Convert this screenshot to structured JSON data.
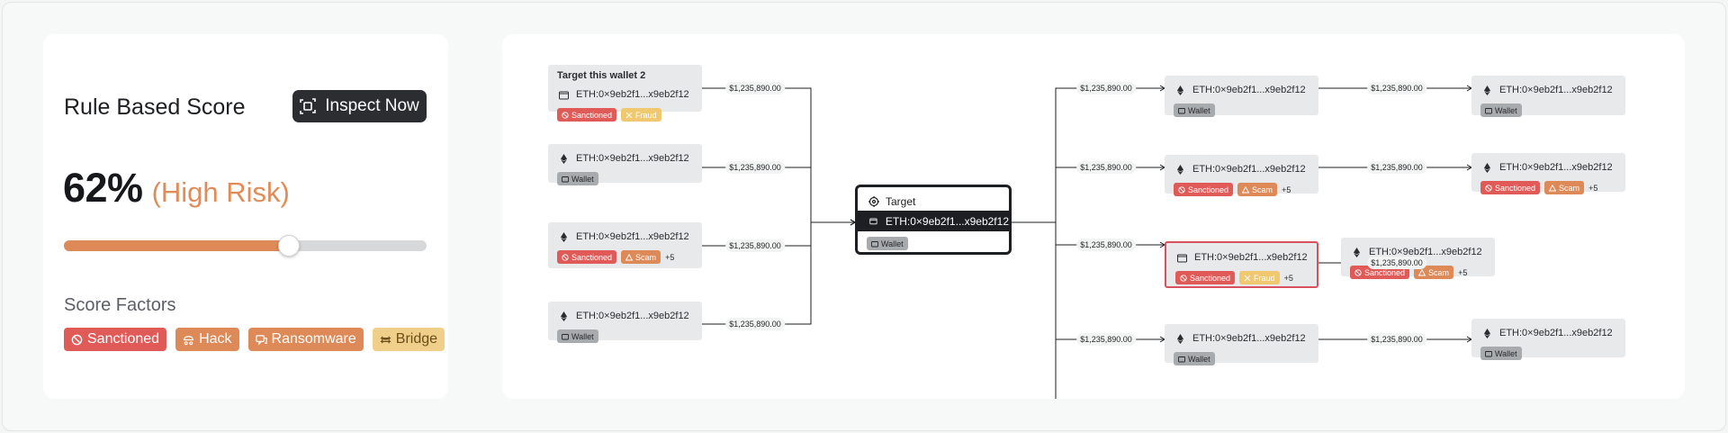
{
  "score": {
    "title": "Rule Based Score",
    "inspect_label": "Inspect Now",
    "percent": "62%",
    "percent_value": 62,
    "risk_label": "(High Risk)",
    "factors_title": "Score Factors",
    "factors": [
      {
        "label": "Sanctioned",
        "icon": "ban-icon",
        "color": "#e05a58"
      },
      {
        "label": "Hack",
        "icon": "mask-icon",
        "color": "#de8a58"
      },
      {
        "label": "Ransomware",
        "icon": "chat-icon",
        "color": "#de8a58"
      },
      {
        "label": "Bridge",
        "icon": "bridge-icon",
        "color": "#f0cf8a"
      }
    ]
  },
  "graph": {
    "target": {
      "title": "Target",
      "address": "ETH:0×9eb2f1...x9eb2f12",
      "tag": "Wallet"
    },
    "amount": "$1,235,890.00",
    "sources": [
      {
        "title": "Target this wallet 2",
        "icon": "wallet-icon",
        "address": "ETH:0×9eb2f1...x9eb2f12",
        "tags": [
          "Sanctioned",
          "Fraud"
        ],
        "more": ""
      },
      {
        "title": "",
        "icon": "eth-icon",
        "address": "ETH:0×9eb2f1...x9eb2f12",
        "tags": [
          "Wallet"
        ],
        "more": ""
      },
      {
        "title": "",
        "icon": "eth-icon",
        "address": "ETH:0×9eb2f1...x9eb2f12",
        "tags": [
          "Sanctioned",
          "Scam"
        ],
        "more": "+5"
      },
      {
        "title": "",
        "icon": "eth-icon",
        "address": "ETH:0×9eb2f1...x9eb2f12",
        "tags": [
          "Wallet"
        ],
        "more": ""
      }
    ],
    "destinations": [
      {
        "icon": "eth-icon",
        "address": "ETH:0×9eb2f1...x9eb2f12",
        "tags": [
          "Wallet"
        ],
        "more": "",
        "highlight": false
      },
      {
        "icon": "eth-icon",
        "address": "ETH:0×9eb2f1...x9eb2f12",
        "tags": [
          "Sanctioned",
          "Scam"
        ],
        "more": "+5",
        "highlight": false
      },
      {
        "icon": "wallet-icon",
        "address": "ETH:0×9eb2f1...x9eb2f12",
        "tags": [
          "Sanctioned",
          "Fraud"
        ],
        "more": "+5",
        "highlight": true
      },
      {
        "icon": "eth-icon",
        "address": "ETH:0×9eb2f1...x9eb2f12",
        "tags": [
          "Wallet"
        ],
        "more": "",
        "highlight": false
      }
    ],
    "outer": [
      {
        "icon": "eth-icon",
        "address": "ETH:0×9eb2f1...x9eb2f12",
        "tags": [
          "Wallet"
        ],
        "more": ""
      },
      {
        "icon": "eth-icon",
        "address": "ETH:0×9eb2f1...x9eb2f12",
        "tags": [
          "Sanctioned",
          "Scam"
        ],
        "more": "+5"
      },
      {
        "icon": "eth-icon",
        "address": "ETH:0×9eb2f1...x9eb2f12",
        "tags": [
          "Sanctioned",
          "Scam"
        ],
        "more": "+5"
      },
      {
        "icon": "eth-icon",
        "address": "ETH:0×9eb2f1...x9eb2f12",
        "tags": [
          "Wallet"
        ],
        "more": ""
      }
    ],
    "tag_colors": {
      "Sanctioned": "#e05a58",
      "Scam": "#de8a58",
      "Fraud": "#f0c870",
      "Wallet": "#a8abad"
    }
  }
}
